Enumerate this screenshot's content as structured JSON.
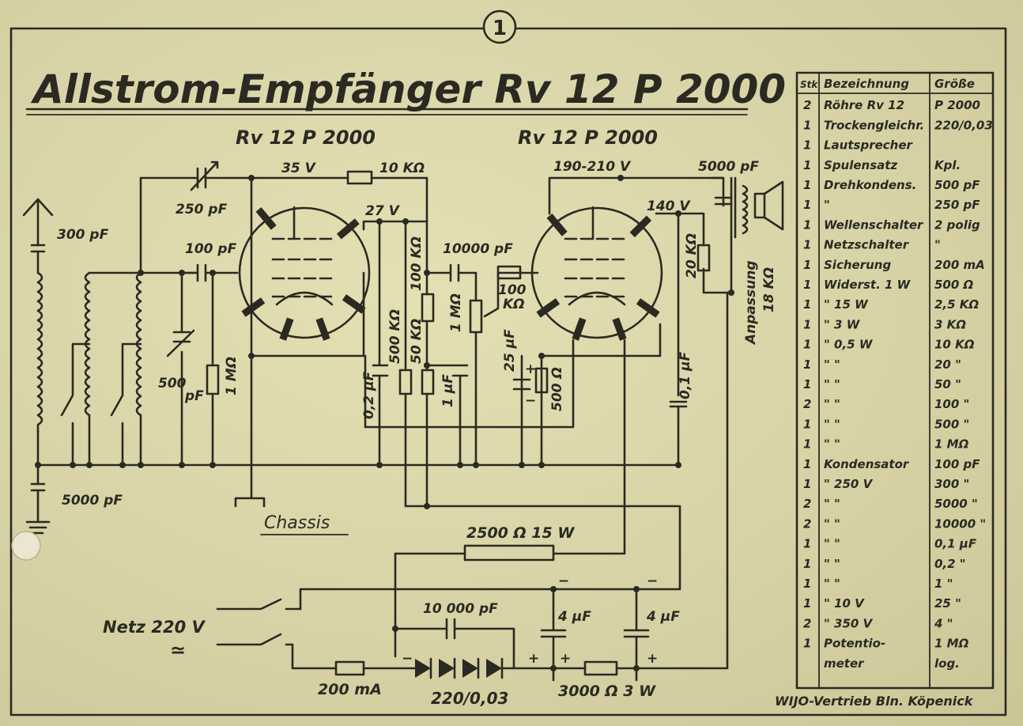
{
  "page_number": "1",
  "title": "Allstrom-Empfänger Rv 12 P 2000",
  "labels": {
    "tube1": "Rv 12 P 2000",
    "tube2": "Rv 12 P 2000",
    "c_300pf": "300 pF",
    "c_5000pf": "5000 pF",
    "c_250pf": "250 pF",
    "c_100pf": "100 pF",
    "c_500": "500",
    "c_500_unit": "pF",
    "r_1mohm": "1 MΩ",
    "v_35": "35 V",
    "r_10kohm": "10 KΩ",
    "v_27": "27 V",
    "c_02uf": "0,2 µF",
    "r_500kohm": "500 KΩ",
    "r_100kohm": "100 KΩ",
    "r_50kohm": "50 KΩ",
    "c_1uf": "1 µF",
    "c_10000pf": "10000 pF",
    "r_100": "100",
    "r_100_unit": "KΩ",
    "c_25uf": "25 µF",
    "plus": "+",
    "minus": "−",
    "r_500ohm": "500 Ω",
    "v_190_210": "190-210 V",
    "v_140": "140 V",
    "r_20kohm": "20 KΩ",
    "c_01uf": "0,1 µF",
    "anpassung": "Anpassung",
    "r_18kohm": "18 KΩ",
    "chassis": "Chassis",
    "r_2500ohm_15w": "2500 Ω 15 W",
    "c_10000pf_ps": "10 000 pF",
    "netz": "Netz 220 V",
    "ac": "≃",
    "fuse_200ma": "200 mA",
    "rect_220_003": "220/0,03",
    "r_3000ohm_3w": "3000 Ω 3 W",
    "c_4uf": "4 µF"
  },
  "table": {
    "headers": [
      "Stk",
      "Bezeichnung",
      "Größe"
    ],
    "rows": [
      {
        "qty": "2",
        "name": "Röhre Rv 12",
        "size": "P 2000"
      },
      {
        "qty": "1",
        "name": "Trockengleichr.",
        "size": "220/0,03"
      },
      {
        "qty": "1",
        "name": "Lautsprecher",
        "size": ""
      },
      {
        "qty": "1",
        "name": "Spulensatz",
        "size": "Kpl."
      },
      {
        "qty": "1",
        "name": "Drehkondens.",
        "size": "500 pF"
      },
      {
        "qty": "1",
        "name": "\"",
        "size": "250 pF"
      },
      {
        "qty": "1",
        "name": "Wellenschalter",
        "size": "2 polig"
      },
      {
        "qty": "1",
        "name": "Netzschalter",
        "size": "\""
      },
      {
        "qty": "1",
        "name": "Sicherung",
        "size": "200 mA"
      },
      {
        "qty": "1",
        "name": "Widerst. 1 W",
        "size": "500 Ω"
      },
      {
        "qty": "1",
        "name": "\"   15 W",
        "size": "2,5 KΩ"
      },
      {
        "qty": "1",
        "name": "\"   3 W",
        "size": "3 KΩ"
      },
      {
        "qty": "1",
        "name": "\"   0,5 W",
        "size": "10 KΩ"
      },
      {
        "qty": "1",
        "name": "\"   \"",
        "size": "20 \""
      },
      {
        "qty": "1",
        "name": "\"   \"",
        "size": "50 \""
      },
      {
        "qty": "2",
        "name": "\"   \"",
        "size": "100 \""
      },
      {
        "qty": "1",
        "name": "\"   \"",
        "size": "500 \""
      },
      {
        "qty": "1",
        "name": "\"   \"",
        "size": "1 MΩ"
      },
      {
        "qty": "1",
        "name": "Kondensator",
        "size": "100 pF"
      },
      {
        "qty": "1",
        "name": "\"   250 V",
        "size": "300 \""
      },
      {
        "qty": "2",
        "name": "\"   \"",
        "size": "5000 \""
      },
      {
        "qty": "2",
        "name": "\"   \"",
        "size": "10000 \""
      },
      {
        "qty": "1",
        "name": "\"   \"",
        "size": "0,1 µF"
      },
      {
        "qty": "1",
        "name": "\"   \"",
        "size": "0,2 \""
      },
      {
        "qty": "1",
        "name": "\"   \"",
        "size": "1 \""
      },
      {
        "qty": "1",
        "name": "\"   10 V",
        "size": "25 \""
      },
      {
        "qty": "2",
        "name": "\"   350 V",
        "size": "4 \""
      },
      {
        "qty": "1",
        "name": "Potentio-",
        "size": "1 MΩ"
      },
      {
        "qty": "",
        "name": "meter",
        "size": "log."
      }
    ]
  },
  "publisher": "WIJO-Vertrieb Bln. Köpenick"
}
